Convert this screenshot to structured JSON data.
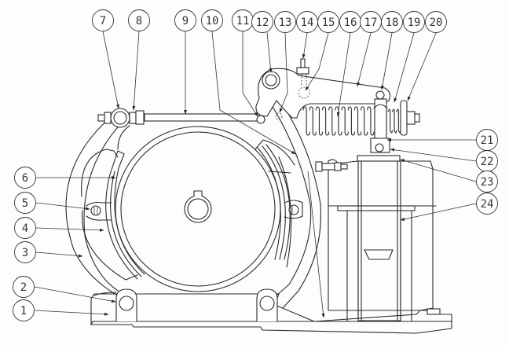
{
  "drawing": {
    "subject": "Electro-hydraulic thruster drum brake assembly",
    "line_color": "#2a2a2a",
    "background": "#fdfdfd"
  },
  "callouts": [
    {
      "id": "1",
      "label": "1"
    },
    {
      "id": "2",
      "label": "2"
    },
    {
      "id": "3",
      "label": "3"
    },
    {
      "id": "4",
      "label": "4"
    },
    {
      "id": "5",
      "label": "5"
    },
    {
      "id": "6",
      "label": "6"
    },
    {
      "id": "7",
      "label": "7"
    },
    {
      "id": "8",
      "label": "8"
    },
    {
      "id": "9",
      "label": "9"
    },
    {
      "id": "10",
      "label": "10"
    },
    {
      "id": "11",
      "label": "11"
    },
    {
      "id": "12",
      "label": "12"
    },
    {
      "id": "13",
      "label": "13"
    },
    {
      "id": "14",
      "label": "14"
    },
    {
      "id": "15",
      "label": "15"
    },
    {
      "id": "16",
      "label": "16"
    },
    {
      "id": "17",
      "label": "17"
    },
    {
      "id": "18",
      "label": "18"
    },
    {
      "id": "19",
      "label": "19"
    },
    {
      "id": "20",
      "label": "20"
    },
    {
      "id": "21",
      "label": "21"
    },
    {
      "id": "22",
      "label": "22"
    },
    {
      "id": "23",
      "label": "23"
    },
    {
      "id": "24",
      "label": "24"
    }
  ]
}
